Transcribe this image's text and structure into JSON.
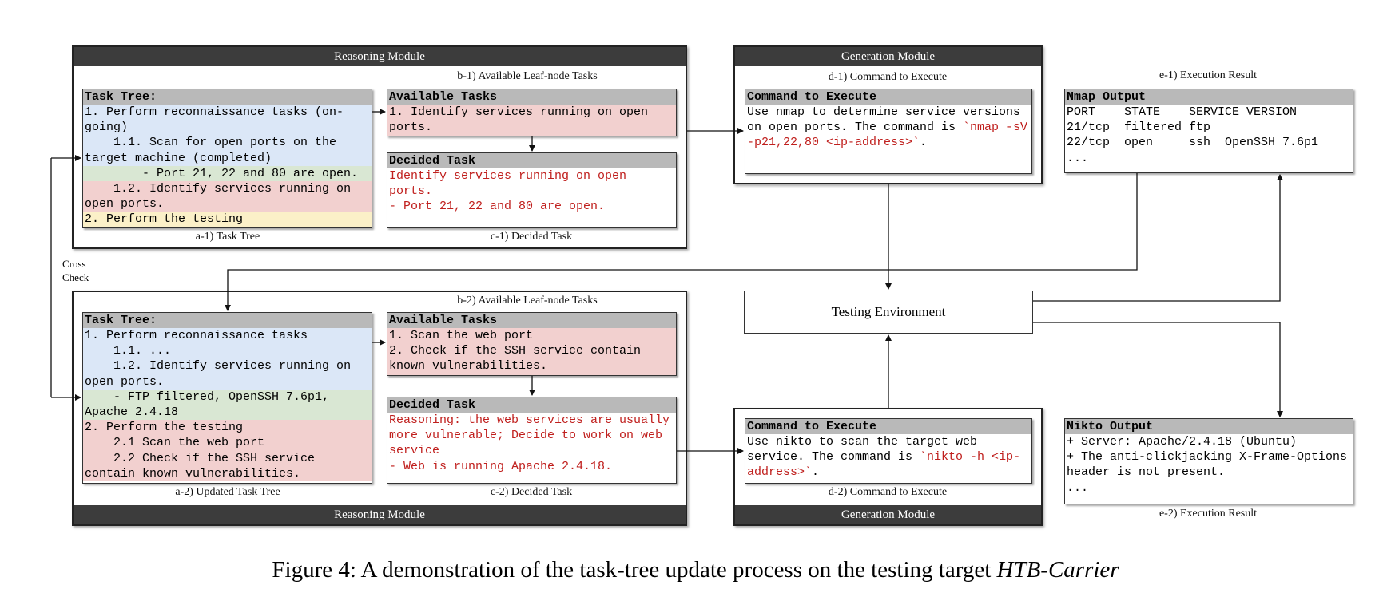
{
  "reasoning_module_title": "Reasoning Module",
  "generation_module_title": "Generation Module",
  "top": {
    "task_tree": {
      "header": "Task Tree:",
      "caption": "a-1) Task Tree",
      "lines": [
        "1. Perform reconnaissance tasks (on-going)",
        "    1.1. Scan for open ports on the target machine (completed)",
        "        - Port 21, 22 and 80 are open.",
        "    1.2. Identify services running on open ports.",
        "2. Perform the testing"
      ]
    },
    "available": {
      "caption": "b-1) Available Leaf-node Tasks",
      "header": "Available Tasks",
      "lines": [
        "1. Identify services running on open ports."
      ]
    },
    "decided": {
      "caption": "c-1) Decided Task",
      "header": "Decided Task",
      "lines": [
        "Identify services running on open ports.",
        "- Port 21, 22 and 80 are open."
      ]
    },
    "command": {
      "caption": "d-1) Command to Execute",
      "header": "Command to Execute",
      "text": "Use nmap to determine service versions on open ports. The command is ",
      "code": "`nmap -sV -p21,22,80 <ip-address>`",
      "tail": "."
    },
    "result": {
      "caption": "e-1) Execution Result",
      "header": "Nmap Output",
      "lines": [
        "PORT    STATE    SERVICE VERSION",
        "21/tcp  filtered ftp",
        "22/tcp  open     ssh  OpenSSH 7.6p1",
        "..."
      ]
    }
  },
  "bottom": {
    "task_tree": {
      "header": "Task Tree:",
      "caption": "a-2) Updated Task Tree",
      "lines": [
        "1. Perform reconnaissance tasks",
        "    1.1. ...",
        "    1.2. Identify services running on open ports.",
        "    - FTP filtered, OpenSSH 7.6p1, Apache 2.4.18",
        "2. Perform the testing",
        "    2.1 Scan the web port",
        "    2.2 Check if the SSH service contain known vulnerabilities."
      ]
    },
    "available": {
      "caption": "b-2) Available Leaf-node Tasks",
      "header": "Available Tasks",
      "lines": [
        "1. Scan the web port",
        "2. Check if the SSH service contain known vulnerabilities."
      ]
    },
    "decided": {
      "caption": "c-2) Decided Task",
      "header": "Decided Task",
      "lines": [
        "Reasoning: the web services are usually more vulnerable; Decide to work on web service",
        "- Web is running Apache 2.4.18."
      ]
    },
    "command": {
      "caption": "d-2) Command to Execute",
      "header": "Command to Execute",
      "text": "Use nikto to scan the target web service. The command is ",
      "code": "`nikto -h <ip-address>`",
      "tail": "."
    },
    "result": {
      "caption": "e-2) Execution Result",
      "header": "Nikto Output",
      "lines": [
        "+ Server: Apache/2.4.18 (Ubuntu)",
        "+ The anti-clickjacking X-Frame-Options header is not present.",
        "..."
      ]
    }
  },
  "testing_environment": "Testing Environment",
  "cross_check": [
    "Cross",
    "Check"
  ],
  "figure_caption": {
    "prefix": "Figure 4: A demonstration of the task-tree update process on the testing target ",
    "target": "HTB-Carrier"
  },
  "colors": {
    "header_dark": "#3c3c3c",
    "box_header": "#b9b9b9",
    "blue": "#dbe7f7",
    "green": "#d9e7d3",
    "red": "#f2d0cf",
    "yellow": "#fbf0c8",
    "red_text": "#c0201e"
  }
}
